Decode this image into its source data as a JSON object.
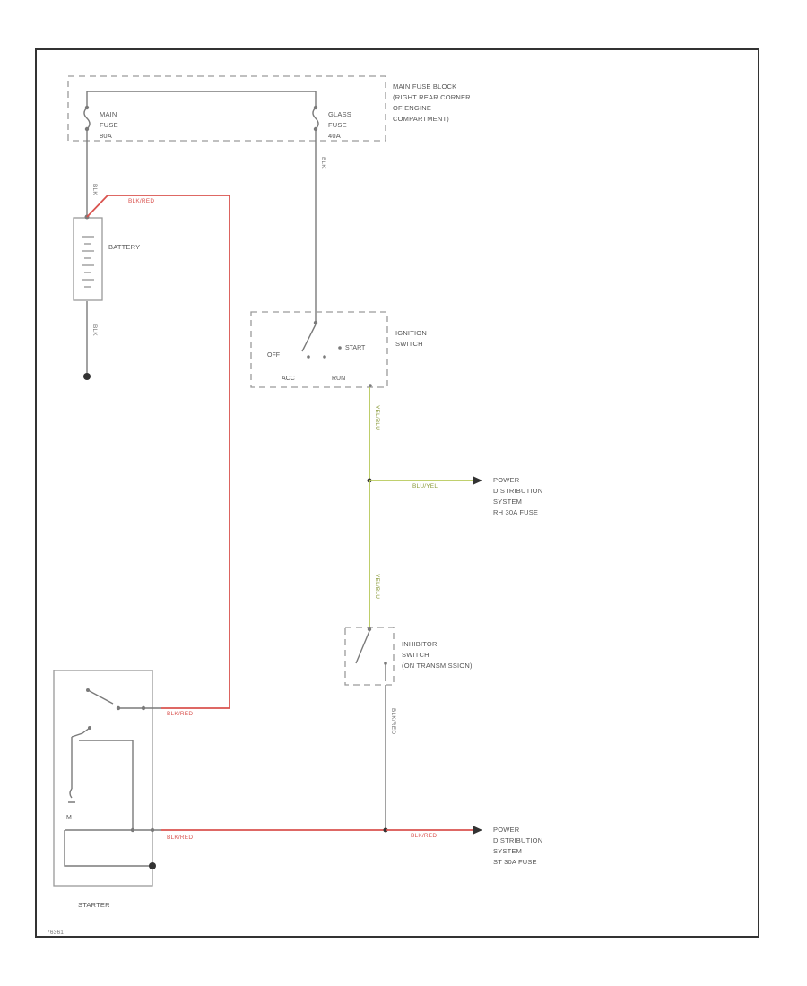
{
  "colors": {
    "background": "#ffffff",
    "black_wire": "#7a7a7a",
    "red_wire": "#d9534f",
    "yellow_wire": "#b7c95a",
    "frame": "#333333",
    "box_dash": "#9a9a9a",
    "label": "#555555"
  },
  "components": {
    "main_fuse_block": {
      "label": [
        "MAIN FUSE BLOCK",
        "(RIGHT REAR CORNER",
        "OF ENGINE",
        "COMPARTMENT)"
      ]
    },
    "main_fuse": {
      "label": [
        "MAIN",
        "FUSE",
        "80A"
      ]
    },
    "glass_fuse": {
      "label": [
        "GLASS",
        "FUSE",
        "40A"
      ]
    },
    "battery": {
      "label": "BATTERY"
    },
    "ignition_switch": {
      "label": [
        "IGNITION",
        "SWITCH"
      ],
      "positions": {
        "off": "OFF",
        "start": "START",
        "acc": "ACC",
        "run": "RUN"
      }
    },
    "power_dist_upper": {
      "label": [
        "POWER",
        "DISTRIBUTION",
        "SYSTEM",
        "RH 30A FUSE"
      ]
    },
    "inhibitor_switch": {
      "label": [
        "INHIBITOR",
        "SWITCH",
        "(ON TRANSMISSION)"
      ]
    },
    "starter": {
      "label": "STARTER"
    },
    "power_dist_lower": {
      "label": [
        "POWER",
        "DISTRIBUTION",
        "SYSTEM",
        "ST 30A FUSE"
      ]
    }
  },
  "wires": {
    "blk_main_battery": "BLK",
    "blk_glass_ign": "BLK",
    "red_battery": "BLK/RED",
    "blk_ground": "BLK",
    "yel_ign_down": "YEL/BLU",
    "yel_to_pds": "BLU/YEL",
    "yel_to_inhibitor": "YEL/BLU",
    "red_starter_upper": "BLK/RED",
    "blk_inhibitor_down": "BLK/RED",
    "red_starter_lower": "BLK/RED",
    "red_to_pds_lower": "BLK/RED"
  },
  "diagram_id": "76361"
}
